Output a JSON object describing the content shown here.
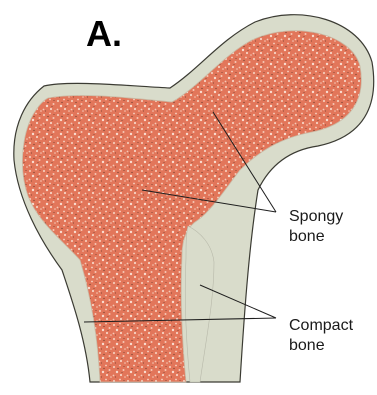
{
  "figure": {
    "panel_label": "A.",
    "labels": [
      {
        "line1": "Spongy",
        "line2": "bone"
      },
      {
        "line1": "Compact",
        "line2": "bone"
      }
    ]
  },
  "colors": {
    "compact_bone": "#d9dccb",
    "compact_bone_outline": "#3b3b33",
    "spongy_bone": "#e2765a",
    "spongy_speckle_light": "#f5c9b6",
    "spongy_speckle_dark": "#6a3a2c",
    "leader_line": "#1e1e1e"
  }
}
